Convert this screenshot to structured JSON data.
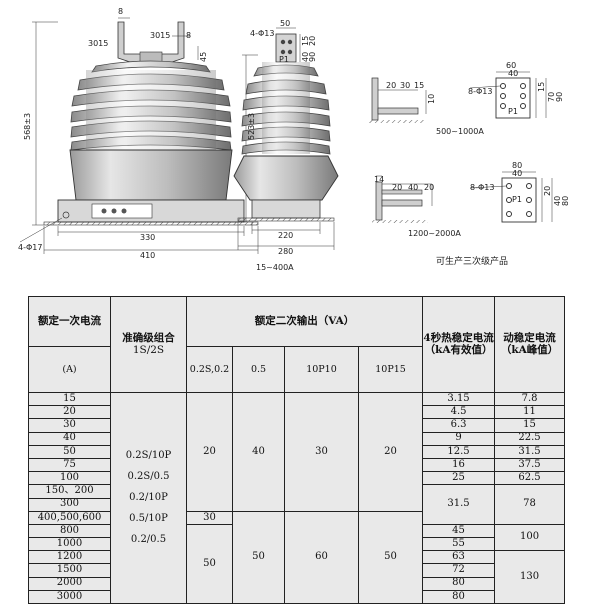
{
  "drawing": {
    "front": {
      "top_dims": [
        "8",
        "3015",
        "3015",
        "8",
        "45"
      ],
      "height_total": "568±3",
      "height_body": "523±3",
      "base_width": "330",
      "overall_width": "410",
      "hole": "4-Φ17"
    },
    "side": {
      "terminal_holes": "4-Φ13",
      "terminal_dims": [
        "50",
        "15",
        "20",
        "40",
        "90"
      ],
      "terminal_label": "P1",
      "base_width": "220",
      "overall_width": "280",
      "range": "15~400A"
    },
    "detail_500": {
      "dims": [
        "20",
        "30",
        "15",
        "10",
        "60",
        "40",
        "15",
        "70",
        "90"
      ],
      "holes": "8-Φ13",
      "label": "P1",
      "range": "500~1000A"
    },
    "detail_1200": {
      "dims": [
        "14",
        "20",
        "40",
        "20",
        "80",
        "40",
        "20",
        "40",
        "80"
      ],
      "holes": "8-Φ13",
      "label": "P1",
      "range": "1200~2000A"
    },
    "note": "可生产三次级产品"
  },
  "table": {
    "headers": {
      "current": "额定一次电流",
      "current_unit": "(A)",
      "accuracy": "准确级组合",
      "accuracy_sub": "1S/2S",
      "output": "额定二次输出（VA）",
      "output_cols": [
        "0.2S,0.2",
        "0.5",
        "10P10",
        "10P15"
      ],
      "thermal": "4秒热稳定电流",
      "thermal_unit": "（kA有效值）",
      "dynamic": "动稳定电流",
      "dynamic_unit": "（kA峰值）"
    },
    "currents": [
      "15",
      "20",
      "30",
      "40",
      "50",
      "75",
      "100",
      "150、200",
      "300",
      "400,500,600",
      "800",
      "1000",
      "1200",
      "1500",
      "2000",
      "3000"
    ],
    "accuracy_lines": [
      "0.2S/10P",
      "0.2S/0.5",
      "0.2/10P",
      "0.5/10P",
      "0.2/0.5"
    ],
    "output_group1": [
      "20",
      "40",
      "30",
      "20"
    ],
    "output_group2_first": "30",
    "output_group2": [
      "50",
      "50",
      "60",
      "50"
    ],
    "thermal": [
      "3.15",
      "4.5",
      "6.3",
      "9",
      "12.5",
      "16",
      "25",
      "31.5",
      "45",
      "55",
      "63",
      "72",
      "80",
      "80"
    ],
    "dynamic": [
      "7.8",
      "11",
      "15",
      "22.5",
      "31.5",
      "37.5",
      "62.5",
      "78",
      "100",
      "130"
    ]
  }
}
